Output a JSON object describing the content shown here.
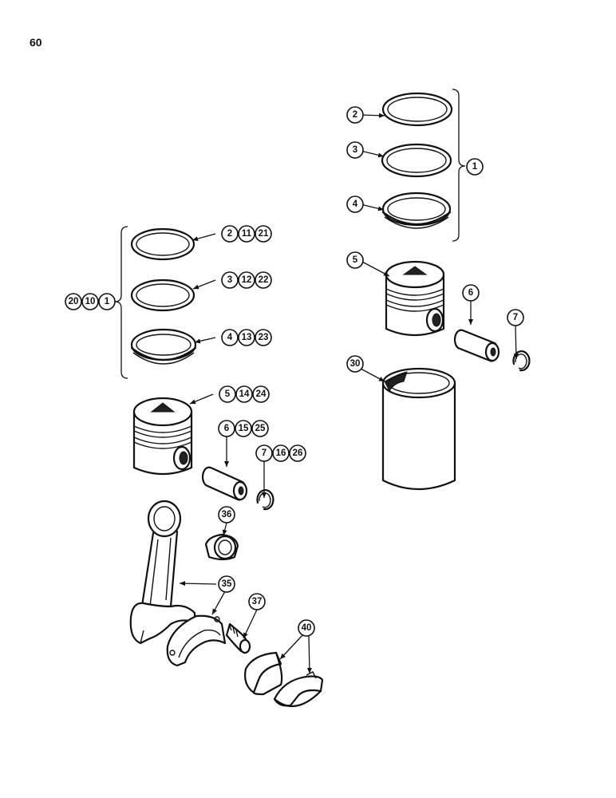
{
  "page": {
    "number": "60"
  },
  "callouts": {
    "c_1": "1",
    "c_2": "2",
    "c_3": "3",
    "c_4": "4",
    "c_5": "5",
    "c_6": "6",
    "c_7": "7",
    "c_30": "30",
    "c_20": "20",
    "c_10": "10",
    "c_1b": "1",
    "c_2b": "2",
    "c_11": "11",
    "c_21": "21",
    "c_3b": "3",
    "c_12": "12",
    "c_22": "22",
    "c_4b": "4",
    "c_13": "13",
    "c_23": "23",
    "c_5b": "5",
    "c_14": "14",
    "c_24": "24",
    "c_6b": "6",
    "c_15": "15",
    "c_25": "25",
    "c_7b": "7",
    "c_16": "16",
    "c_26": "26",
    "c_36": "36",
    "c_35": "35",
    "c_37": "37",
    "c_40": "40"
  }
}
